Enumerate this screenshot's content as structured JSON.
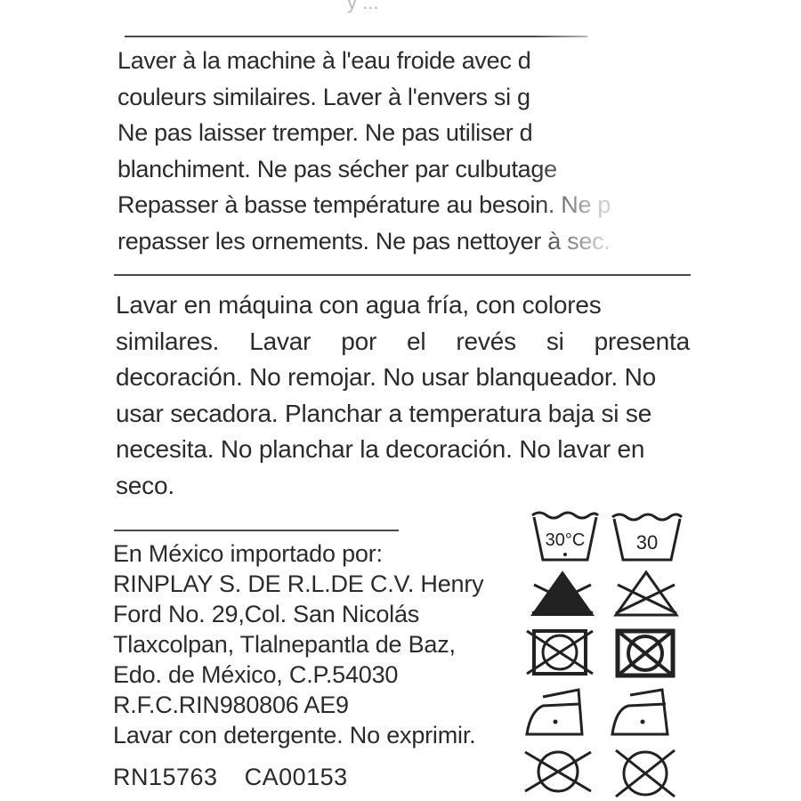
{
  "top_fragment": "y ...",
  "french": {
    "lines": [
      "Laver à la machine à l'eau froide avec d",
      "couleurs similaires. Laver à l'envers si g",
      "Ne pas laisser tremper. Ne pas utiliser d",
      "blanchiment.  Ne pas sécher par culbutage",
      "Repasser à basse température au besoin. Ne p",
      "repasser les ornements. Ne pas nettoyer à sec."
    ]
  },
  "spanish": {
    "lines": [
      "Lavar en máquina con agua fría, con colores",
      "similares. Lavar por el revés si presenta",
      "decoración. No remojar. No usar blanqueador. No",
      "usar secadora. Planchar a temperatura  baja si se",
      "necesita. No planchar la decoración. No lavar en",
      "seco."
    ]
  },
  "mexico": {
    "lines": [
      "En México importado por:",
      "RINPLAY S. DE R.L.DE C.V. Henry",
      "Ford No. 29,Col. San Nicolás",
      "Tlaxcolpan, Tlalnepantla de Baz,",
      "Edo. de México, C.P.54030",
      "R.F.C.RIN980806 AE9",
      "Lavar con detergente. No exprimir."
    ]
  },
  "codes": [
    "RN15763",
    "CA00153"
  ],
  "symbols": {
    "wash_left_temp": "30°C",
    "wash_right_temp": "30",
    "items": [
      "wash-30c-icon",
      "wash-30-icon",
      "no-bleach-filled-icon",
      "no-bleach-outline-icon",
      "no-tumble-dry-icon",
      "no-tumble-dry-bold-icon",
      "iron-low-icon",
      "iron-low-alt-icon",
      "no-dry-clean-icon",
      "no-dry-clean-alt-icon"
    ]
  }
}
